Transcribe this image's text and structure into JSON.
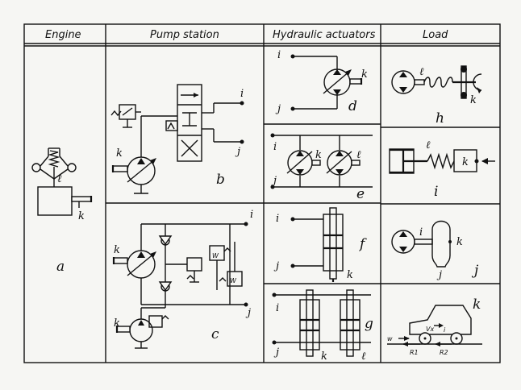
{
  "headers": {
    "engine": "Engine",
    "pump_station": "Pump station",
    "hydraulic_actuators": "Hydraulic actuators",
    "load": "Load"
  },
  "panel_labels": {
    "a": "a",
    "b": "b",
    "c": "c",
    "d": "d",
    "e": "e",
    "f": "f",
    "g": "g",
    "h": "h",
    "i": "i",
    "j": "j",
    "k": "k"
  },
  "port_labels": {
    "i": "i",
    "j": "j",
    "k": "k",
    "l": "ℓ"
  },
  "vehicle_labels": {
    "w": "w",
    "vx": "Vx",
    "r1": "R1",
    "r2": "R2",
    "i": "i"
  }
}
